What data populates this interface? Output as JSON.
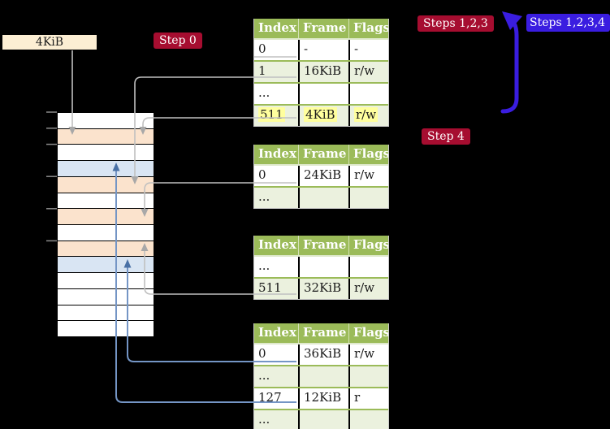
{
  "labels": {
    "page_size": "4KiB",
    "step0": "Step 0",
    "steps123": "Steps 1,2,3",
    "steps1234": "Steps 1,2,3,4",
    "step4": "Step 4"
  },
  "colors": {
    "table_header_green": "#9bbb59",
    "table_alt_row": "#ebf1de",
    "page_table_row_peach": "#fbe3cd",
    "mapped_row_blue": "#d9e5f3",
    "badge_red": "#a60d30",
    "badge_blue": "#3a1de0",
    "highlight_yellow": "#ffff9e",
    "label_cream": "#fceed3",
    "connector_gray": "#c0c0c0",
    "connector_blue": "#7495c5"
  },
  "memory": {
    "rows": [
      "free",
      "page-table",
      "free",
      "mapped",
      "page-table",
      "free",
      "page-table",
      "free",
      "page-table",
      "mapped",
      "free",
      "free",
      "free",
      "free"
    ],
    "tick_count": 6
  },
  "tables": [
    {
      "name": "page-table-level-4",
      "headers": [
        "Index",
        "Frame",
        "Flags"
      ],
      "rows": [
        {
          "cells": [
            "0",
            "-",
            "-"
          ],
          "shaded": false,
          "highlight": false
        },
        {
          "cells": [
            "1",
            "16KiB",
            "r/w"
          ],
          "shaded": true,
          "highlight": false
        },
        {
          "cells": [
            "...",
            "",
            ""
          ],
          "shaded": false,
          "highlight": false
        },
        {
          "cells": [
            "511",
            "4KiB",
            "r/w"
          ],
          "shaded": true,
          "highlight": true
        }
      ]
    },
    {
      "name": "page-table-level-3",
      "headers": [
        "Index",
        "Frame",
        "Flags"
      ],
      "rows": [
        {
          "cells": [
            "0",
            "24KiB",
            "r/w"
          ],
          "shaded": false,
          "highlight": false
        },
        {
          "cells": [
            "...",
            "",
            ""
          ],
          "shaded": true,
          "highlight": false
        }
      ]
    },
    {
      "name": "page-table-level-2",
      "headers": [
        "Index",
        "Frame",
        "Flags"
      ],
      "rows": [
        {
          "cells": [
            "...",
            "",
            ""
          ],
          "shaded": false,
          "highlight": false
        },
        {
          "cells": [
            "511",
            "32KiB",
            "r/w"
          ],
          "shaded": true,
          "highlight": false
        }
      ]
    },
    {
      "name": "page-table-level-1",
      "headers": [
        "Index",
        "Frame",
        "Flags"
      ],
      "rows": [
        {
          "cells": [
            "0",
            "36KiB",
            "r/w"
          ],
          "shaded": false,
          "highlight": false
        },
        {
          "cells": [
            "...",
            "",
            ""
          ],
          "shaded": true,
          "highlight": false
        },
        {
          "cells": [
            "127",
            "12KiB",
            "r"
          ],
          "shaded": false,
          "highlight": false
        },
        {
          "cells": [
            "...",
            "",
            ""
          ],
          "shaded": true,
          "highlight": false
        }
      ]
    }
  ]
}
